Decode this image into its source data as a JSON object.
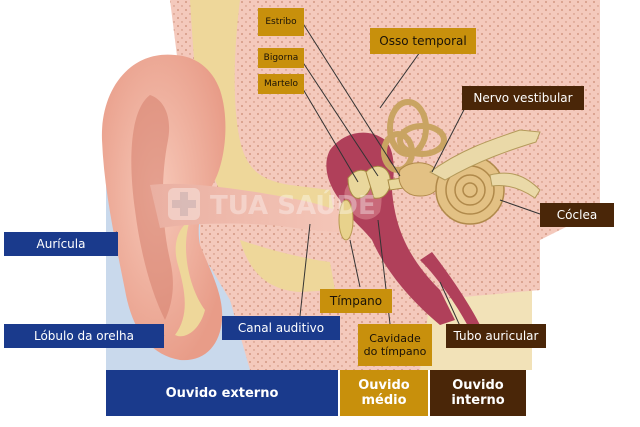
{
  "labels": {
    "estribo": "Estribo",
    "bigorna": "Bigorna",
    "martelo": "Martelo",
    "osso_temporal": "Osso temporal",
    "nervo_vestibular": "Nervo vestibular",
    "coclea": "Cóclea",
    "auricula": "Aurícula",
    "lobulo": "Lóbulo da orelha",
    "canal_auditivo": "Canal auditivo",
    "timpano": "Tímpano",
    "cavidade_l1": "Cavidade",
    "cavidade_l2": "do tímpano",
    "tubo_auricular": "Tubo auricular"
  },
  "sections": {
    "externo": "Ouvido externo",
    "medio_l1": "Ouvido",
    "medio_l2": "médio",
    "interno_l1": "Ouvido",
    "interno_l2": "interno"
  },
  "watermark": "TUA SAÚDE",
  "colors": {
    "outer_label": "#1a3a8c",
    "middle_label": "#c8900c",
    "inner_label": "#4a2608"
  }
}
